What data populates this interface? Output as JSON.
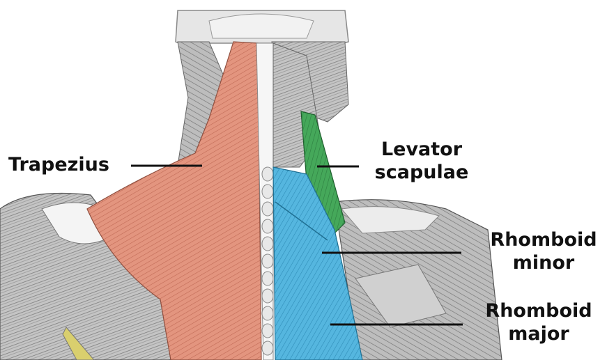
{
  "labels": {
    "trapezius": "Trapezius",
    "levator_scapulae": [
      "Levator",
      "scapulae"
    ],
    "rhomboid_minor": [
      "Rhomboid",
      "minor"
    ],
    "rhomboid_major": [
      "Rhomboid",
      "major"
    ]
  },
  "colors": {
    "trapezius": "#e0907a",
    "levator_scapulae": "#3fa655",
    "rhomboid": "#4fb3dc",
    "muscle_gray": "#b8b8b8",
    "background": "#ffffff"
  }
}
